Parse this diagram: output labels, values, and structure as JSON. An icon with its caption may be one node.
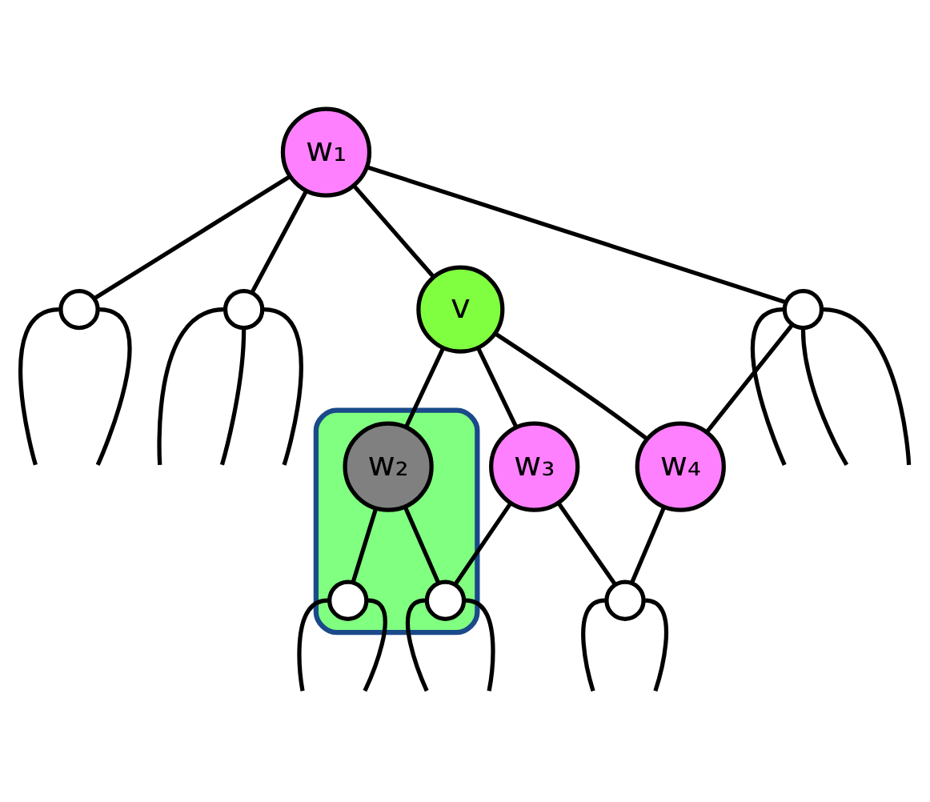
{
  "diagram": {
    "nodes": [
      {
        "text": [],
        "shape": "circle"
      },
      {
        "text": [],
        "shape": "circle"
      },
      {
        "text": [],
        "shape": "blob"
      },
      {
        "text": [],
        "shape": "circle",
        "in": 2
      },
      {
        "text": [
          "w₁"
        ]
      },
      {
        "text": [
          "w₂"
        ],
        "in": 2
      },
      {
        "text": [
          "v"
        ]
      },
      {
        "text": [],
        "shape": "circle",
        "in": 2
      },
      {
        "text": [],
        "shape": "circle"
      },
      {
        "text": [
          "w₄"
        ]
      },
      {
        "text": [
          "w₃"
        ]
      },
      {
        "text": [],
        "shape": "circle"
      }
    ],
    "edges": [
      {
        "from": 0,
        "to": null,
        "arrow": "none"
      },
      {
        "from": 0,
        "to": null,
        "arrow": "none"
      },
      {
        "from": 1,
        "to": null,
        "arrow": "none"
      },
      {
        "from": 1,
        "to": null,
        "arrow": "none"
      },
      {
        "from": 1,
        "to": null,
        "arrow": "none"
      },
      {
        "from": 3,
        "to": null,
        "arrow": "none"
      },
      {
        "from": 3,
        "to": null,
        "arrow": "none"
      },
      {
        "from": 4,
        "to": 0,
        "arrow": "none"
      },
      {
        "from": 4,
        "to": 1,
        "arrow": "none"
      },
      {
        "from": 4,
        "to": 6,
        "arrow": "none"
      },
      {
        "from": 4,
        "to": 8,
        "arrow": "none"
      },
      {
        "from": 5,
        "to": 3,
        "arrow": "none"
      },
      {
        "from": 6,
        "to": 5,
        "arrow": "none"
      },
      {
        "from": 5,
        "to": 7,
        "arrow": "none"
      },
      {
        "from": 7,
        "to": null,
        "arrow": "none"
      },
      {
        "from": 7,
        "to": null,
        "arrow": "none"
      },
      {
        "from": 6,
        "to": 9,
        "arrow": "none"
      },
      {
        "from": 6,
        "to": 10,
        "arrow": "none"
      },
      {
        "from": 10,
        "to": 7,
        "arrow": "none"
      },
      {
        "from": 8,
        "to": null,
        "arrow": "none"
      },
      {
        "from": 8,
        "to": null,
        "arrow": "none"
      },
      {
        "from": 8,
        "to": null,
        "arrow": "none"
      },
      {
        "from": 8,
        "to": 9,
        "arrow": "none"
      },
      {
        "from": 9,
        "to": 11,
        "arrow": "none"
      },
      {
        "from": 10,
        "to": 11,
        "arrow": "none"
      },
      {
        "from": 11,
        "to": null,
        "arrow": "none"
      },
      {
        "from": 11,
        "to": null,
        "arrow": "none"
      }
    ]
  }
}
